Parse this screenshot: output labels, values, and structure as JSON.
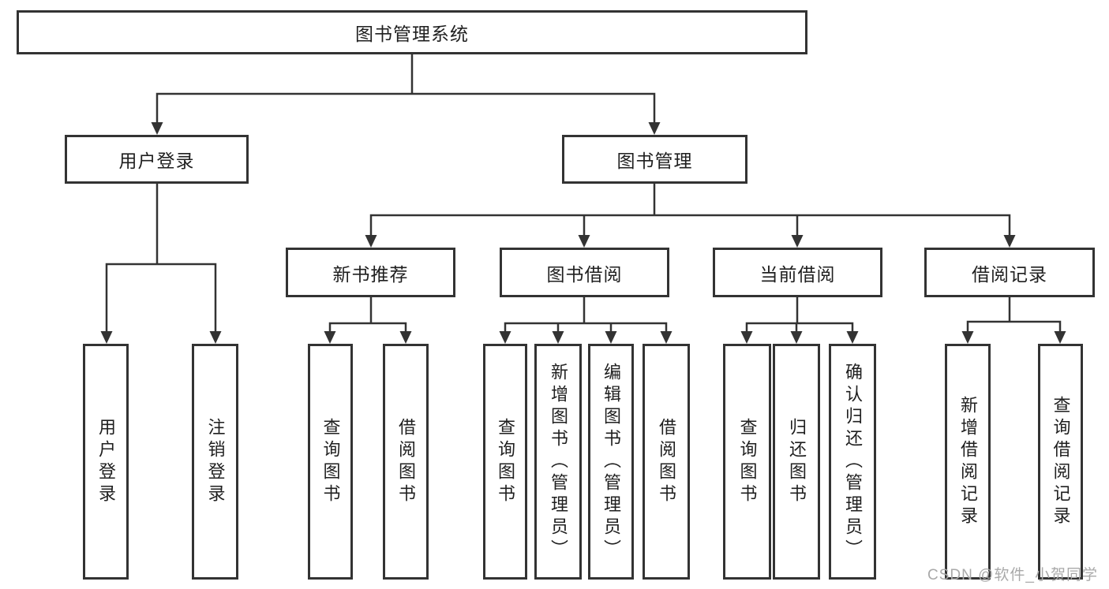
{
  "tree": {
    "root": {
      "label": "图书管理系统",
      "children": [
        {
          "label": "用户登录",
          "children": [
            {
              "label": "用户登录"
            },
            {
              "label": "注销登录"
            }
          ]
        },
        {
          "label": "图书管理",
          "children": [
            {
              "label": "新书推荐",
              "children": [
                {
                  "label": "查询图书"
                },
                {
                  "label": "借阅图书"
                }
              ]
            },
            {
              "label": "图书借阅",
              "children": [
                {
                  "label": "查询图书"
                },
                {
                  "label": "新增图书（管理员）"
                },
                {
                  "label": "编辑图书（管理员）"
                },
                {
                  "label": "借阅图书"
                }
              ]
            },
            {
              "label": "当前借阅",
              "children": [
                {
                  "label": "查询图书"
                },
                {
                  "label": "归还图书"
                },
                {
                  "label": "确认归还（管理员）"
                }
              ]
            },
            {
              "label": "借阅记录",
              "children": [
                {
                  "label": "新增借阅记录"
                },
                {
                  "label": "查询借阅记录"
                }
              ]
            }
          ]
        }
      ]
    }
  },
  "colors": {
    "line": "#333333",
    "text": "#1f1f1f",
    "watermark": "#a9a9a9"
  },
  "watermark": {
    "text": "CSDN @软件_小贺同学"
  }
}
